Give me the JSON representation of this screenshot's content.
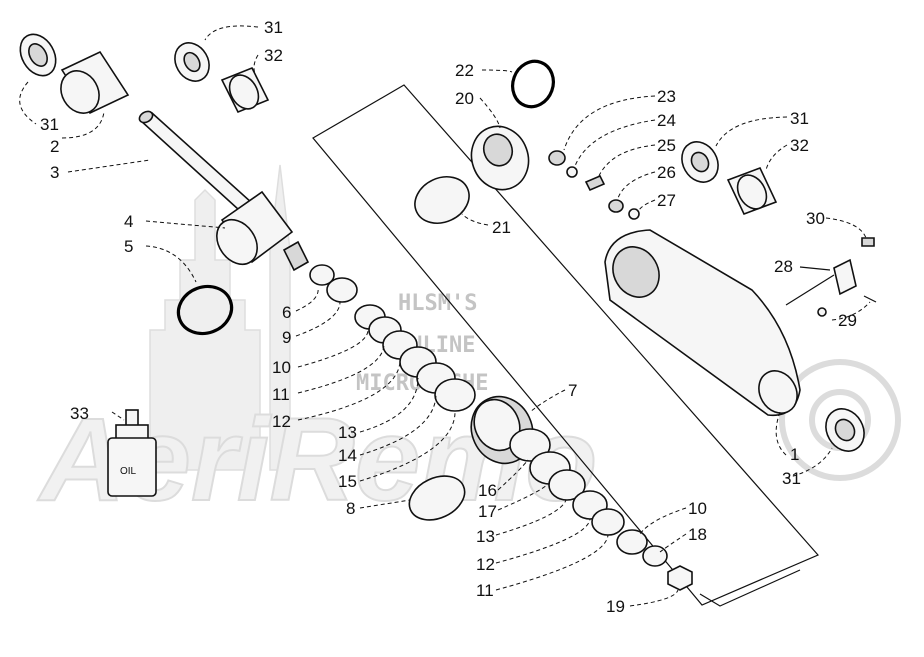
{
  "watermark": {
    "line1": "HLSM'S",
    "line2": "ONLINE",
    "line3": "MICROFICHE",
    "brand": "AeriRemo"
  },
  "container_label": "OIL",
  "labels": [
    {
      "id": "l-31a",
      "text": "31"
    },
    {
      "id": "l-32a",
      "text": "32"
    },
    {
      "id": "l-31b",
      "text": "31"
    },
    {
      "id": "l-2",
      "text": "2"
    },
    {
      "id": "l-3",
      "text": "3"
    },
    {
      "id": "l-4",
      "text": "4"
    },
    {
      "id": "l-5",
      "text": "5"
    },
    {
      "id": "l-6",
      "text": "6"
    },
    {
      "id": "l-9",
      "text": "9"
    },
    {
      "id": "l-10a",
      "text": "10"
    },
    {
      "id": "l-11a",
      "text": "11"
    },
    {
      "id": "l-12a",
      "text": "12"
    },
    {
      "id": "l-13a",
      "text": "13"
    },
    {
      "id": "l-14",
      "text": "14"
    },
    {
      "id": "l-15",
      "text": "15"
    },
    {
      "id": "l-8",
      "text": "8"
    },
    {
      "id": "l-33",
      "text": "33"
    },
    {
      "id": "l-22",
      "text": "22"
    },
    {
      "id": "l-20",
      "text": "20"
    },
    {
      "id": "l-21",
      "text": "21"
    },
    {
      "id": "l-23",
      "text": "23"
    },
    {
      "id": "l-24",
      "text": "24"
    },
    {
      "id": "l-25",
      "text": "25"
    },
    {
      "id": "l-26",
      "text": "26"
    },
    {
      "id": "l-27",
      "text": "27"
    },
    {
      "id": "l-31c",
      "text": "31"
    },
    {
      "id": "l-32b",
      "text": "32"
    },
    {
      "id": "l-30",
      "text": "30"
    },
    {
      "id": "l-28",
      "text": "28"
    },
    {
      "id": "l-29",
      "text": "29"
    },
    {
      "id": "l-7",
      "text": "7"
    },
    {
      "id": "l-1",
      "text": "1"
    },
    {
      "id": "l-31d",
      "text": "31"
    },
    {
      "id": "l-16",
      "text": "16"
    },
    {
      "id": "l-17",
      "text": "17"
    },
    {
      "id": "l-13b",
      "text": "13"
    },
    {
      "id": "l-12b",
      "text": "12"
    },
    {
      "id": "l-11b",
      "text": "11"
    },
    {
      "id": "l-10b",
      "text": "10"
    },
    {
      "id": "l-18",
      "text": "18"
    },
    {
      "id": "l-19",
      "text": "19"
    }
  ]
}
